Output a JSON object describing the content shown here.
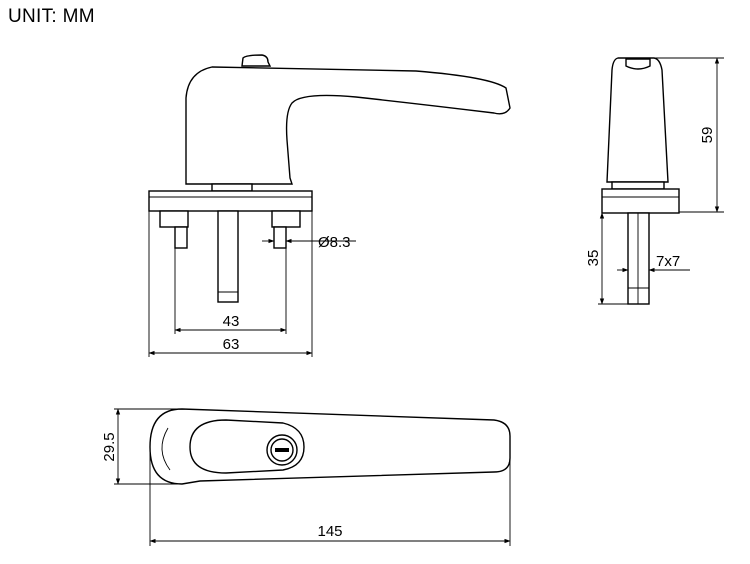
{
  "unit_label": "UNIT: MM",
  "dimensions": {
    "bolt_hole": "Ø8.3",
    "bolt_spacing": "43",
    "base_width": "63",
    "height": "59",
    "spindle_length": "35",
    "spindle_square": "7x7",
    "handle_width": "29.5",
    "handle_length": "145"
  }
}
